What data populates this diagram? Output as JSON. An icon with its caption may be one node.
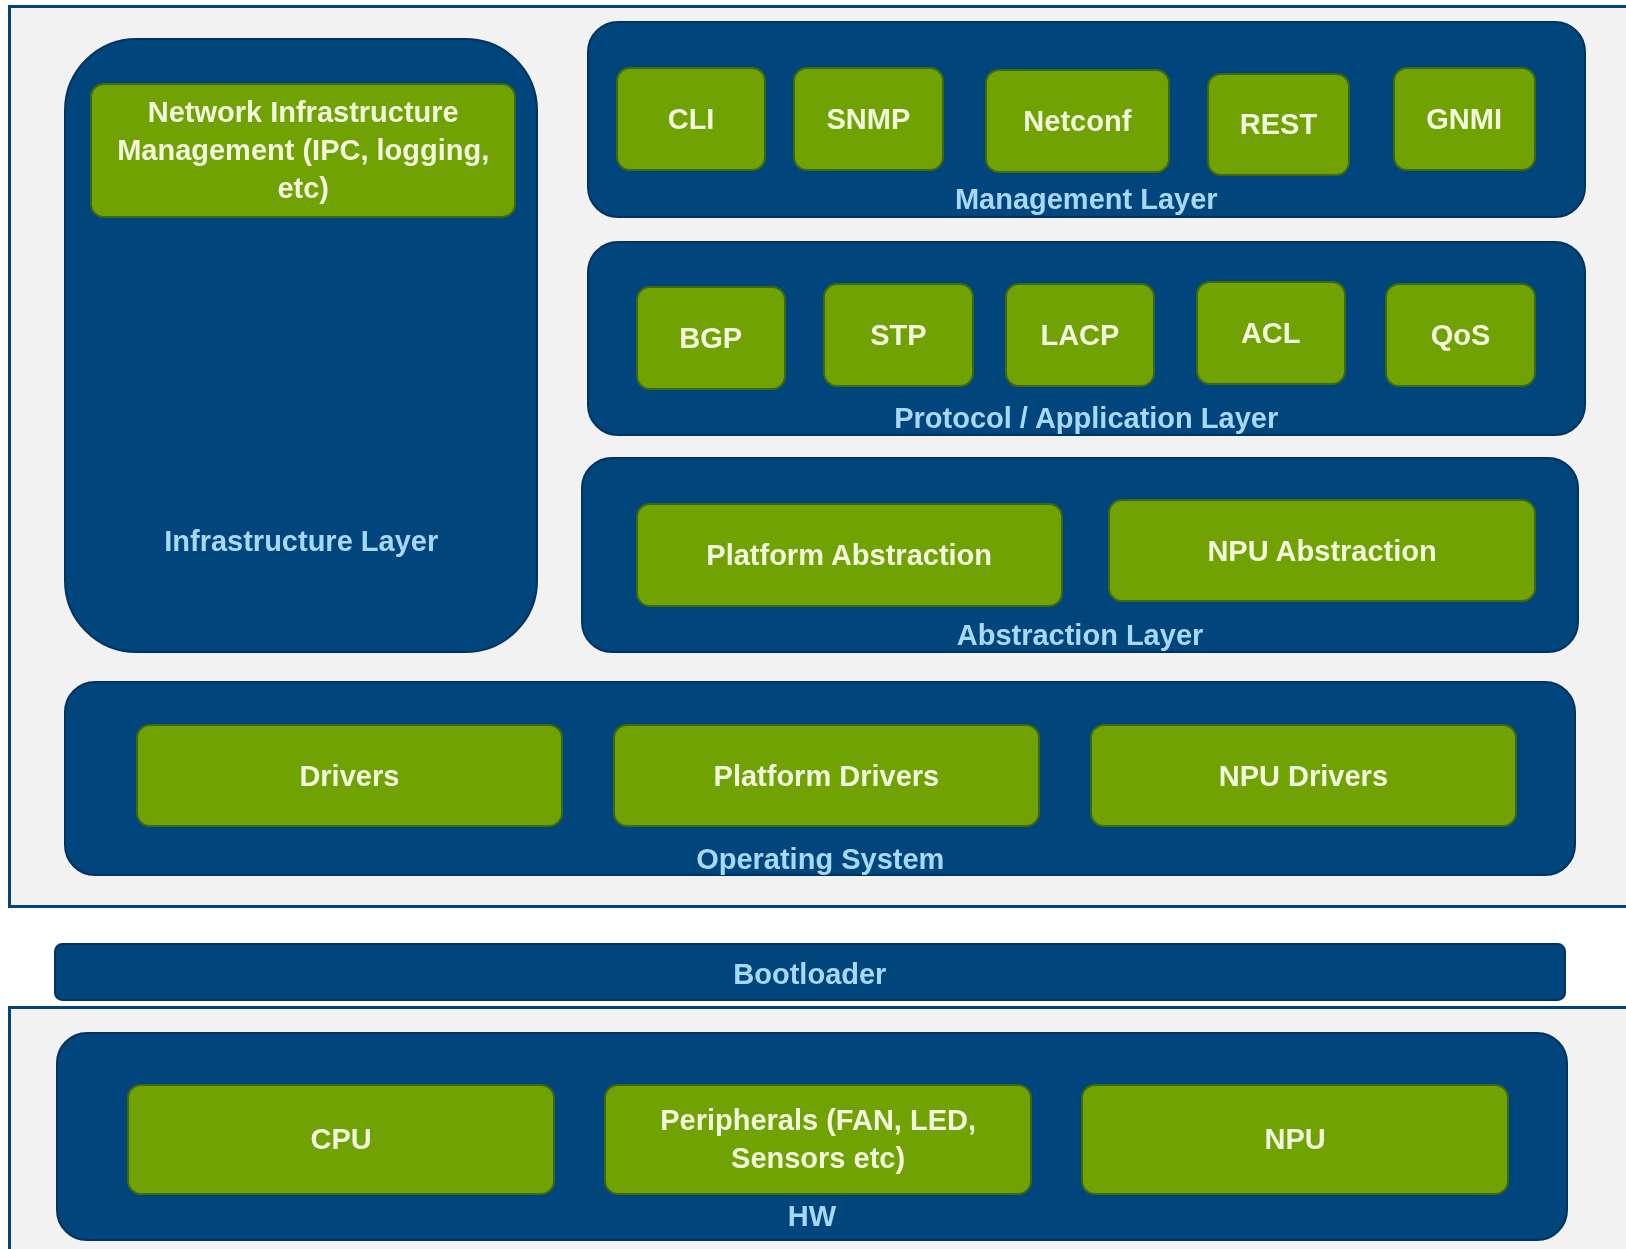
{
  "diagram": {
    "nodes": [
      {
        "text": [
          "Infrastructure Layer"
        ]
      },
      {
        "text": [
          "Network Infrastructure Management (IPC, logging, etc)"
        ],
        "in": 0
      },
      {
        "text": [
          "Management Layer"
        ]
      },
      {
        "text": [
          "CLI"
        ],
        "in": 2
      },
      {
        "text": [
          "SNMP"
        ],
        "in": 2
      },
      {
        "text": [
          "Netconf"
        ],
        "in": 2
      },
      {
        "text": [
          "REST"
        ],
        "in": 2
      },
      {
        "text": [
          "GNMI"
        ],
        "in": 2
      },
      {
        "text": [
          "Protocol / Application Layer"
        ]
      },
      {
        "text": [
          "BGP"
        ],
        "in": 8
      },
      {
        "text": [
          "STP"
        ],
        "in": 8
      },
      {
        "text": [
          "LACP"
        ],
        "in": 8
      },
      {
        "text": [
          "ACL"
        ],
        "in": 8
      },
      {
        "text": [
          "QoS"
        ],
        "in": 8
      },
      {
        "text": [
          "Abstraction Layer"
        ]
      },
      {
        "text": [
          "Platform Abstraction"
        ],
        "in": 14
      },
      {
        "text": [
          "NPU Abstraction"
        ],
        "in": 14
      },
      {
        "text": [
          "Operating System"
        ]
      },
      {
        "text": [
          "Drivers"
        ],
        "in": 17
      },
      {
        "text": [
          "Platform Drivers"
        ],
        "in": 17
      },
      {
        "text": [
          "NPU Drivers"
        ],
        "in": 17
      },
      {
        "text": [
          "Bootloader"
        ]
      },
      {
        "text": [
          "HW"
        ]
      },
      {
        "text": [
          "CPU"
        ],
        "in": 22
      },
      {
        "text": [
          "Peripherals (FAN, LED, Sensors etc)"
        ],
        "in": 22
      },
      {
        "text": [
          "NPU"
        ],
        "in": 22
      }
    ],
    "edges": []
  }
}
